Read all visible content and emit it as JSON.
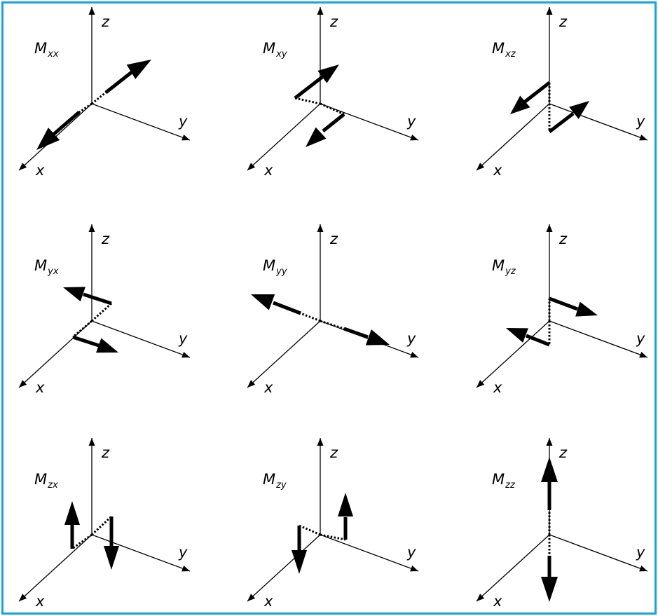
{
  "axes": {
    "x_label": "x",
    "y_label": "y",
    "z_label": "z"
  },
  "components": [
    {
      "symbol": "M",
      "subscript": "xx"
    },
    {
      "symbol": "M",
      "subscript": "xy"
    },
    {
      "symbol": "M",
      "subscript": "xz"
    },
    {
      "symbol": "M",
      "subscript": "yx"
    },
    {
      "symbol": "M",
      "subscript": "yy"
    },
    {
      "symbol": "M",
      "subscript": "yz"
    },
    {
      "symbol": "M",
      "subscript": "zx"
    },
    {
      "symbol": "M",
      "subscript": "zy"
    },
    {
      "symbol": "M",
      "subscript": "zz"
    }
  ],
  "colors": {
    "border": "#1aa3d4",
    "ink": "#000000"
  }
}
